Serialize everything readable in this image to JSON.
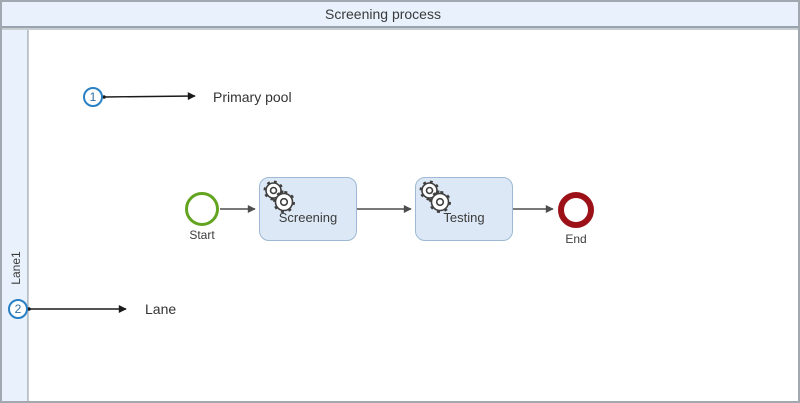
{
  "pool": {
    "title": "Screening process",
    "lane_label": "Lane1"
  },
  "process": {
    "start": {
      "label": "Start",
      "type": "start-event"
    },
    "tasks": [
      {
        "label": "Screening",
        "type": "service-task",
        "icon": "service-gear-icon"
      },
      {
        "label": "Testing",
        "type": "service-task",
        "icon": "service-gear-icon"
      }
    ],
    "end": {
      "label": "End",
      "type": "end-event"
    }
  },
  "callouts": [
    {
      "number": "1",
      "label": "Primary pool"
    },
    {
      "number": "2",
      "label": "Lane"
    }
  ],
  "colors": {
    "pool_fill": "#e8f1fc",
    "pool_border": "#99a3ad",
    "task_fill": "#dce8f5",
    "task_border": "#9db9d3",
    "start_event_stroke": "#62a420",
    "end_event_stroke": "#9c1117",
    "callout_accent": "#2980c4",
    "flow_line": "#4d4d4d",
    "annotation_line": "#1a1a1a"
  }
}
